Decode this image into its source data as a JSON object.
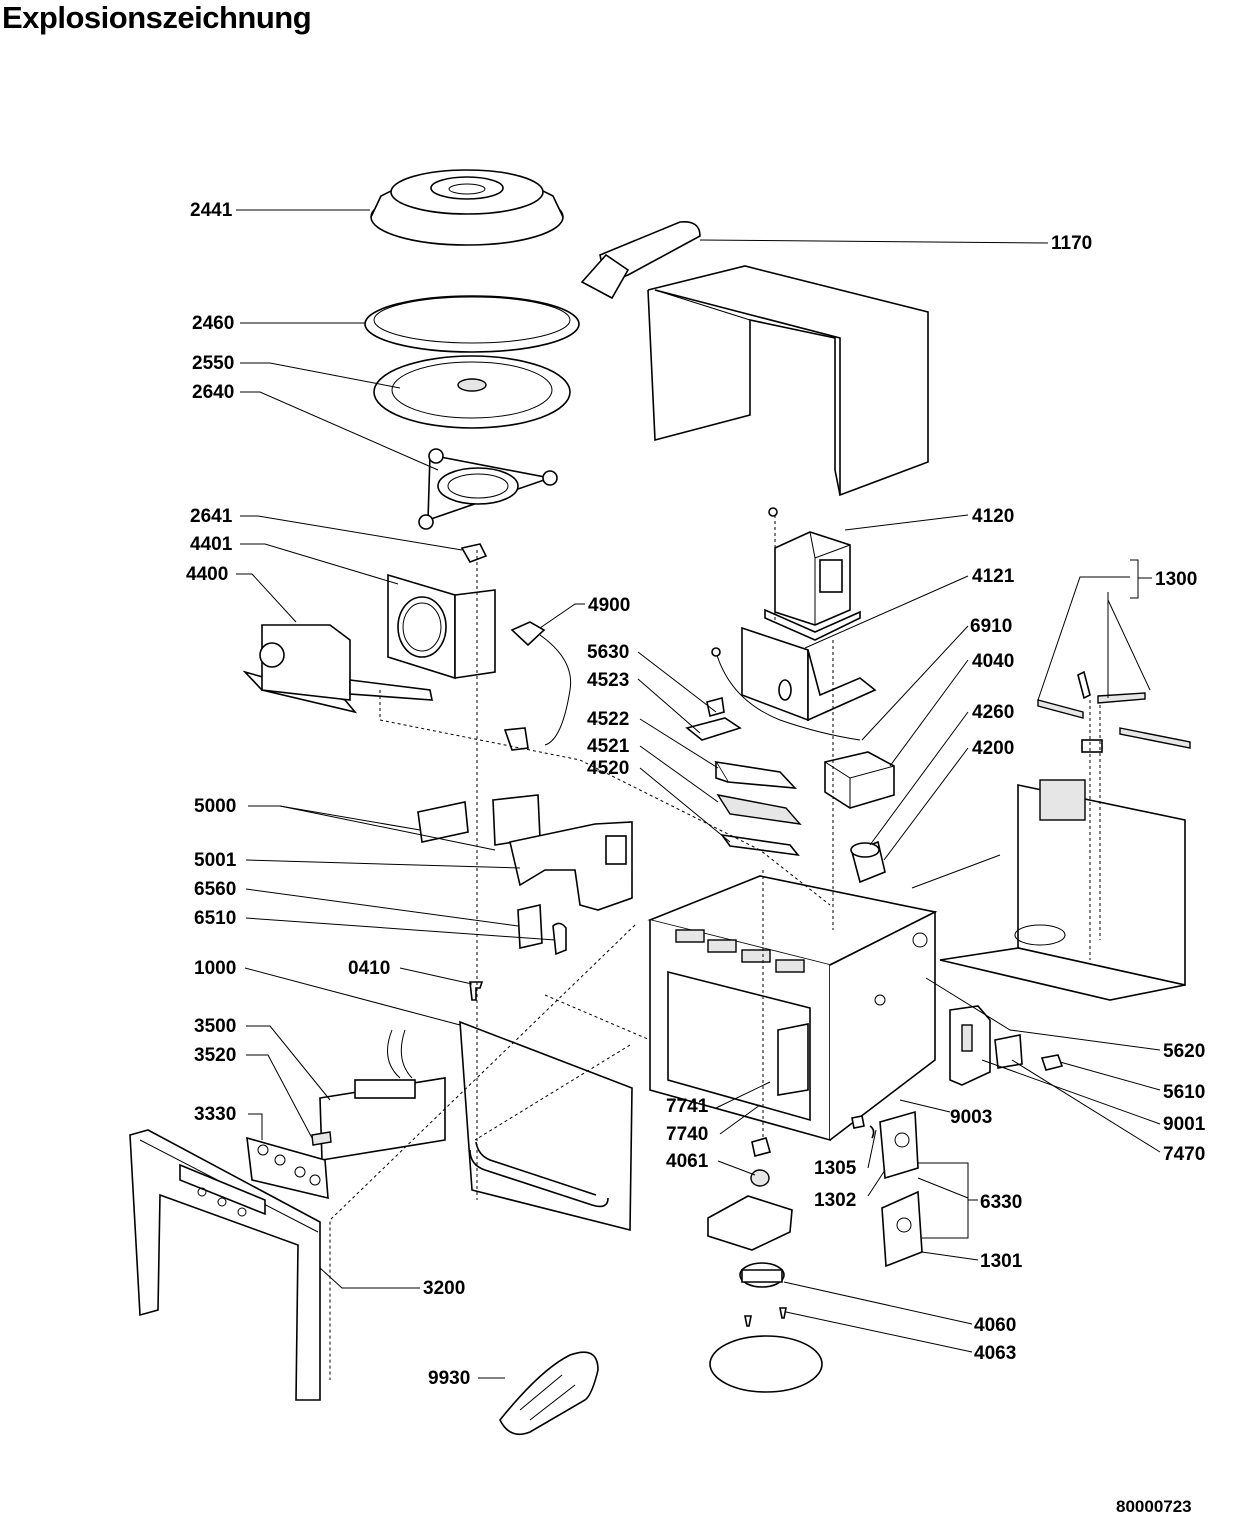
{
  "title": "Explosionszeichnung",
  "drawing_number": "80000723",
  "part_labels": [
    "2441",
    "1170",
    "2460",
    "2550",
    "2640",
    "2641",
    "4401",
    "4400",
    "4120",
    "4121",
    "1300",
    "4900",
    "6910",
    "4040",
    "5630",
    "4523",
    "4260",
    "4522",
    "4521",
    "4520",
    "4200",
    "5000",
    "5001",
    "6560",
    "6510",
    "1000",
    "0410",
    "5620",
    "3500",
    "3520",
    "5610",
    "3330",
    "7741",
    "7740",
    "9003",
    "9001",
    "7470",
    "4061",
    "1305",
    "1302",
    "6330",
    "1301",
    "3200",
    "4060",
    "4063",
    "9930"
  ]
}
